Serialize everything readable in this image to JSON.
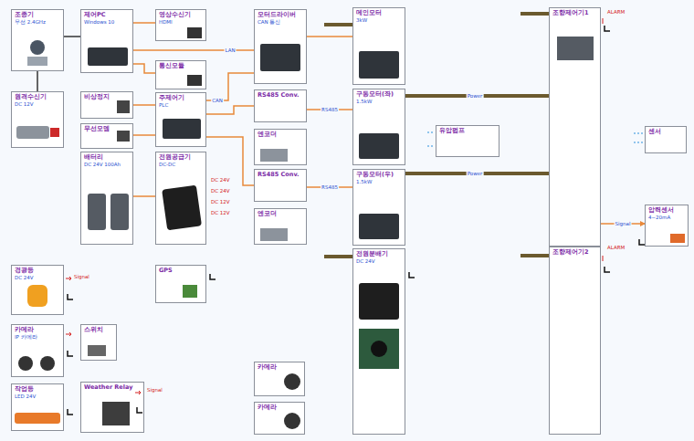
{
  "diagram": {
    "nodes": [
      {
        "text": [
          "조종기",
          "무선 2.4GHz"
        ]
      },
      {
        "text": [
          "원격수신기",
          "DC 12V"
        ]
      },
      {
        "text": [
          "경광등",
          "DC 24V"
        ]
      },
      {
        "text": [
          "카메라",
          "IP 카메라"
        ]
      },
      {
        "text": [
          "작업등",
          "LED 24V"
        ]
      },
      {
        "text": [
          "제어PC",
          "Windows 10"
        ]
      },
      {
        "text": [
          "비상정지"
        ]
      },
      {
        "text": [
          "무선모뎀"
        ]
      },
      {
        "text": [
          "배터리",
          "DC 24V 100Ah"
        ]
      },
      {
        "text": [
          "스위치"
        ]
      },
      {
        "text": [
          "Weather Relay"
        ]
      },
      {
        "text": [
          "영상수신기",
          "HDMI"
        ]
      },
      {
        "text": [
          "통신모듈"
        ]
      },
      {
        "text": [
          "주제어기",
          "PLC"
        ]
      },
      {
        "text": [
          "전원공급기",
          "DC-DC"
        ]
      },
      {
        "text": [
          "GPS"
        ]
      },
      {
        "text": [
          "모터드라이버",
          "CAN 통신"
        ]
      },
      {
        "text": [
          "RS485 Conv."
        ]
      },
      {
        "text": [
          "엔코더"
        ]
      },
      {
        "text": [
          "RS485 Conv."
        ]
      },
      {
        "text": [
          "엔코더"
        ]
      },
      {
        "text": [
          "카메라"
        ]
      },
      {
        "text": [
          "카메라"
        ]
      },
      {
        "text": [
          "메인모터",
          "3kW"
        ]
      },
      {
        "text": [
          "구동모터(좌)",
          "1.5kW"
        ]
      },
      {
        "text": [
          "구동모터(우)",
          "1.5kW"
        ]
      },
      {
        "text": [
          "전원분배기",
          "DC 24V"
        ]
      },
      {
        "text": [
          "유압펌프"
        ]
      },
      {
        "text": [
          "조향제어기1"
        ]
      },
      {
        "text": [
          "조향제어기2"
        ]
      },
      {
        "text": [
          "센서"
        ]
      },
      {
        "text": [
          "압력센서",
          "4~20mA"
        ]
      }
    ],
    "edges": [
      {
        "from": 0,
        "to": 1,
        "arrow": "none"
      },
      {
        "from": 0,
        "to": 5,
        "arrow": "none"
      },
      {
        "from": 5,
        "to": 11,
        "arrow": "none"
      },
      {
        "from": 5,
        "to": 16,
        "label": "LAN",
        "arrow": "none"
      },
      {
        "from": 5,
        "to": 12,
        "arrow": "none"
      },
      {
        "from": 13,
        "to": 16,
        "label": "CAN",
        "arrow": "none"
      },
      {
        "from": 13,
        "to": 17,
        "arrow": "none"
      },
      {
        "from": 13,
        "to": 19,
        "arrow": "none"
      },
      {
        "from": 17,
        "to": 24,
        "label": "RS485",
        "arrow": "none"
      },
      {
        "from": 19,
        "to": 25,
        "label": "RS485",
        "arrow": "none"
      },
      {
        "from": 16,
        "to": 23,
        "arrow": "none"
      },
      {
        "from": 24,
        "to": 28,
        "label": "Power",
        "arrow": "none"
      },
      {
        "from": 25,
        "to": 28,
        "label": "Power",
        "arrow": "none"
      },
      {
        "from": 8,
        "to": 14,
        "arrow": "none"
      },
      {
        "from": 7,
        "to": 13,
        "arrow": "none"
      },
      {
        "from": 29,
        "to": 31,
        "label": "Signal",
        "arrow": "to"
      },
      {
        "from": 6,
        "to": 13,
        "arrow": "none"
      }
    ],
    "labels": [
      "DC 24V",
      "DC 24V",
      "DC 12V",
      "DC 12V",
      "ALARM",
      "ALARM",
      "Signal",
      "Signal"
    ]
  }
}
